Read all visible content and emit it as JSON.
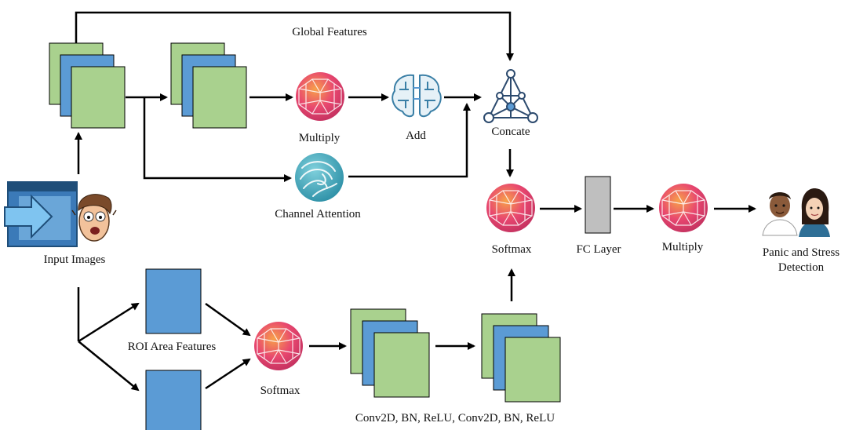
{
  "labels": {
    "global_features": "Global Features",
    "multiply_1": "Multiply",
    "add": "Add",
    "concate": "Concate",
    "channel_attention": "Channel Attention",
    "input_images": "Input Images",
    "softmax_top": "Softmax",
    "fc_layer": "FC Layer",
    "multiply_2": "Multiply",
    "panic_line1": "Panic and Stress",
    "panic_line2": "Detection",
    "roi_area_features": "ROI Area Features",
    "softmax_bottom": "Softmax",
    "conv_caption": "Conv2D, BN, ReLU, Conv2D, BN, ReLU"
  },
  "colors": {
    "green": "#a9d18e",
    "blue": "#5b9bd5",
    "gray": "#bfbfbf",
    "line": "#000000",
    "pink": "#e84a7a",
    "orange": "#f08a3c",
    "teal": "#3aa6b8"
  },
  "icons": {
    "multiply": "neural-sphere-icon",
    "add": "brain-icon",
    "concate": "network-triangle-icon",
    "channel_attention": "swirl-sphere-icon",
    "input": "input-window-icon",
    "face": "scared-face-icon",
    "output": "people-icon"
  }
}
